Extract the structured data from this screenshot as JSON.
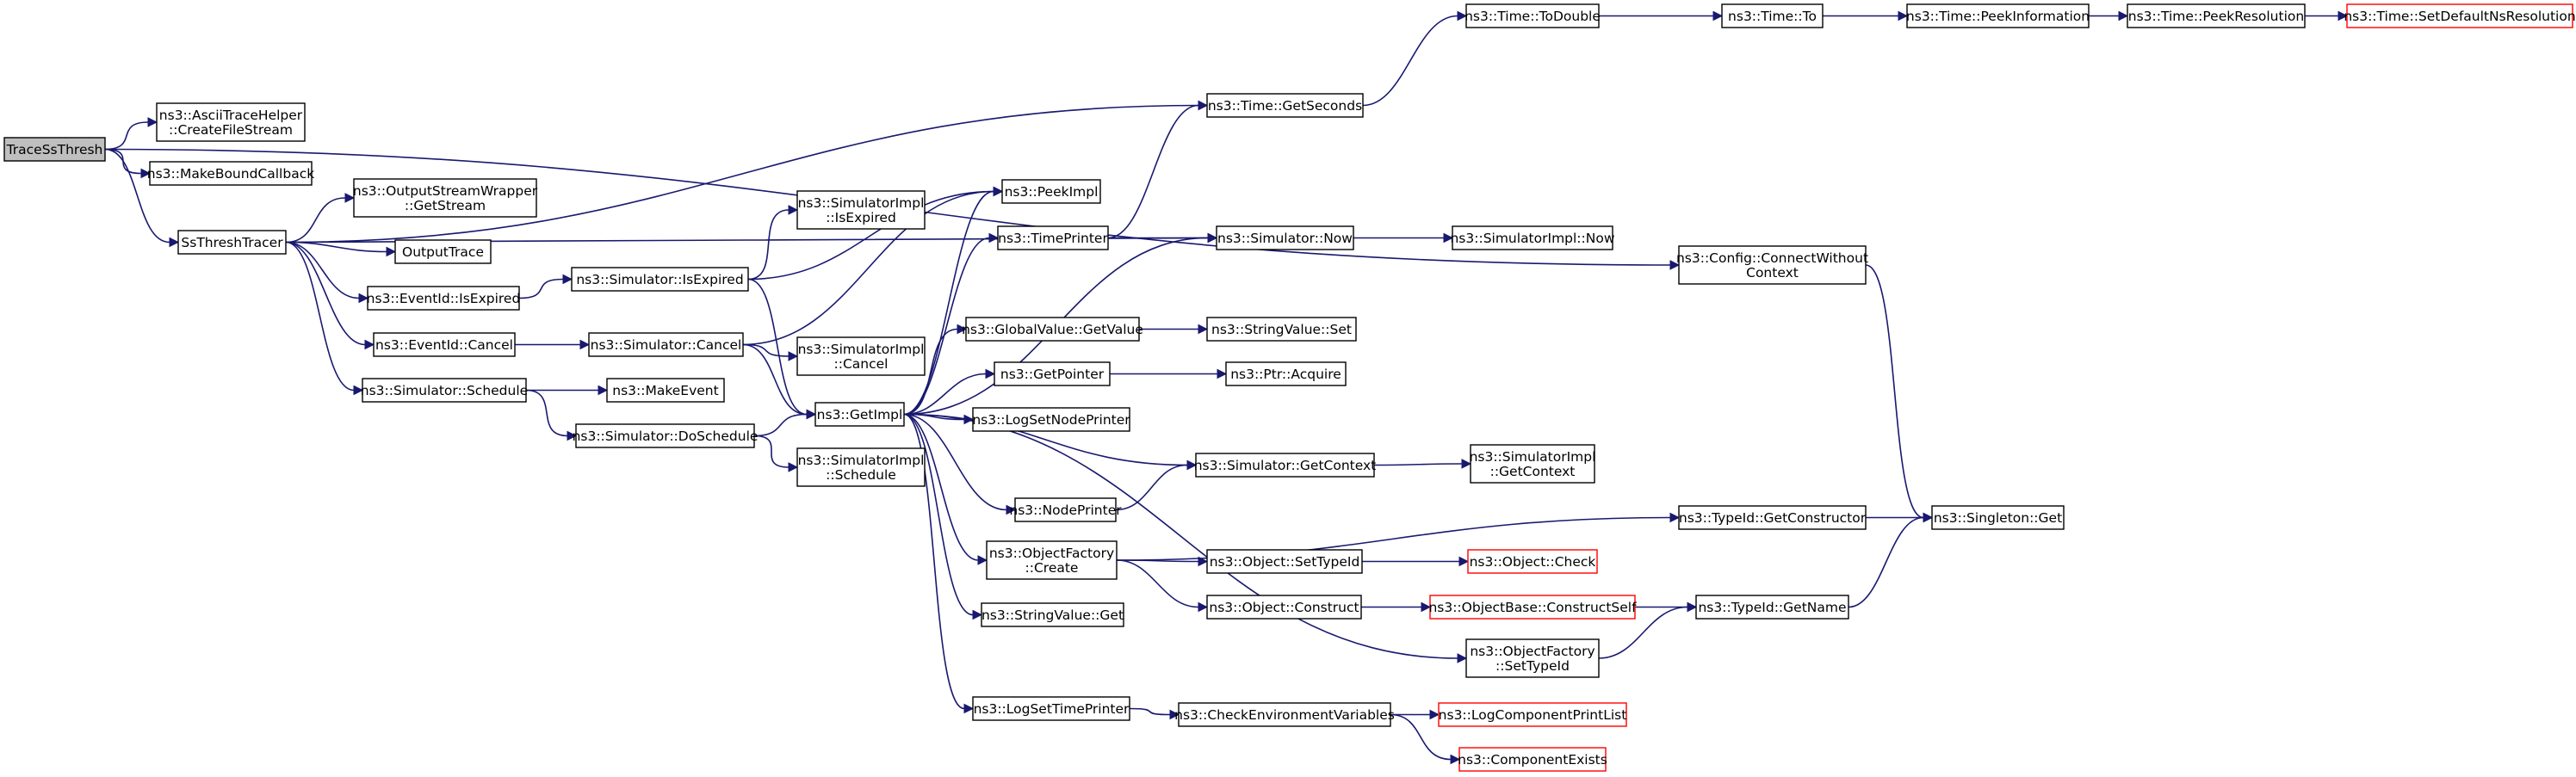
{
  "graph": {
    "colors": {
      "edge": "#191970",
      "root_fill": "#bfbfbf",
      "truncated_border": "#ff0000",
      "node_border": "#000000"
    },
    "nodes": [
      {
        "id": "tracessthresh",
        "lines": [
          "TraceSsThresh"
        ],
        "style": "root"
      },
      {
        "id": "asciitrace",
        "lines": [
          "ns3::AsciiTraceHelper",
          "::CreateFileStream"
        ]
      },
      {
        "id": "makeboundcb",
        "lines": [
          "ns3::MakeBoundCallback"
        ]
      },
      {
        "id": "ssthreshtracer",
        "lines": [
          "SsThreshTracer"
        ]
      },
      {
        "id": "osw_getstream",
        "lines": [
          "ns3::OutputStreamWrapper",
          "::GetStream"
        ]
      },
      {
        "id": "outputtrace",
        "lines": [
          "OutputTrace"
        ]
      },
      {
        "id": "eventid_isexpired",
        "lines": [
          "ns3::EventId::IsExpired"
        ]
      },
      {
        "id": "eventid_cancel",
        "lines": [
          "ns3::EventId::Cancel"
        ]
      },
      {
        "id": "sim_schedule",
        "lines": [
          "ns3::Simulator::Schedule"
        ]
      },
      {
        "id": "sim_isexpired",
        "lines": [
          "ns3::Simulator::IsExpired"
        ]
      },
      {
        "id": "sim_cancel",
        "lines": [
          "ns3::Simulator::Cancel"
        ]
      },
      {
        "id": "makeevent",
        "lines": [
          "ns3::MakeEvent"
        ]
      },
      {
        "id": "sim_doschedule",
        "lines": [
          "ns3::Simulator::DoSchedule"
        ]
      },
      {
        "id": "simimpl_isexpired",
        "lines": [
          "ns3::SimulatorImpl",
          "::IsExpired"
        ]
      },
      {
        "id": "simimpl_cancel",
        "lines": [
          "ns3::SimulatorImpl",
          "::Cancel"
        ]
      },
      {
        "id": "simimpl_schedule",
        "lines": [
          "ns3::SimulatorImpl",
          "::Schedule"
        ]
      },
      {
        "id": "getimpl",
        "lines": [
          "ns3::GetImpl"
        ]
      },
      {
        "id": "peekimpl",
        "lines": [
          "ns3::PeekImpl"
        ]
      },
      {
        "id": "timeprinter",
        "lines": [
          "ns3::TimePrinter"
        ]
      },
      {
        "id": "gv_getvalue",
        "lines": [
          "ns3::GlobalValue::GetValue"
        ]
      },
      {
        "id": "getpointer",
        "lines": [
          "ns3::GetPointer"
        ]
      },
      {
        "id": "logsetnodeprinter",
        "lines": [
          "ns3::LogSetNodePrinter"
        ]
      },
      {
        "id": "nodeprinter",
        "lines": [
          "ns3::NodePrinter"
        ]
      },
      {
        "id": "of_create",
        "lines": [
          "ns3::ObjectFactory",
          "::Create"
        ]
      },
      {
        "id": "sv_get",
        "lines": [
          "ns3::StringValue::Get"
        ]
      },
      {
        "id": "logsettimeprinter",
        "lines": [
          "ns3::LogSetTimePrinter"
        ]
      },
      {
        "id": "time_getseconds",
        "lines": [
          "ns3::Time::GetSeconds"
        ]
      },
      {
        "id": "sim_now",
        "lines": [
          "ns3::Simulator::Now"
        ]
      },
      {
        "id": "sv_set",
        "lines": [
          "ns3::StringValue::Set"
        ]
      },
      {
        "id": "ptr_acquire",
        "lines": [
          "ns3::Ptr::Acquire"
        ]
      },
      {
        "id": "sim_getcontext",
        "lines": [
          "ns3::Simulator::GetContext"
        ]
      },
      {
        "id": "obj_settypeid",
        "lines": [
          "ns3::Object::SetTypeId"
        ]
      },
      {
        "id": "obj_construct",
        "lines": [
          "ns3::Object::Construct"
        ]
      },
      {
        "id": "of_settypeid",
        "lines": [
          "ns3::ObjectFactory",
          "::SetTypeId"
        ]
      },
      {
        "id": "checkenv",
        "lines": [
          "ns3::CheckEnvironmentVariables"
        ]
      },
      {
        "id": "time_todouble",
        "lines": [
          "ns3::Time::ToDouble"
        ]
      },
      {
        "id": "simimpl_now",
        "lines": [
          "ns3::SimulatorImpl::Now"
        ]
      },
      {
        "id": "simimpl_getcontext",
        "lines": [
          "ns3::SimulatorImpl",
          "::GetContext"
        ]
      },
      {
        "id": "obj_check",
        "lines": [
          "ns3::Object::Check"
        ],
        "style": "truncated"
      },
      {
        "id": "ob_constructself",
        "lines": [
          "ns3::ObjectBase::ConstructSelf"
        ],
        "style": "truncated"
      },
      {
        "id": "logcompprintlist",
        "lines": [
          "ns3::LogComponentPrintList"
        ],
        "style": "truncated"
      },
      {
        "id": "compexists",
        "lines": [
          "ns3::ComponentExists"
        ],
        "style": "truncated"
      },
      {
        "id": "config_connect",
        "lines": [
          "ns3::Config::ConnectWithout",
          "Context"
        ]
      },
      {
        "id": "typeid_getconstructor",
        "lines": [
          "ns3::TypeId::GetConstructor"
        ]
      },
      {
        "id": "typeid_getname",
        "lines": [
          "ns3::TypeId::GetName"
        ]
      },
      {
        "id": "time_to",
        "lines": [
          "ns3::Time::To"
        ]
      },
      {
        "id": "singleton_get",
        "lines": [
          "ns3::Singleton::Get"
        ]
      },
      {
        "id": "time_peekinfo",
        "lines": [
          "ns3::Time::PeekInformation"
        ]
      },
      {
        "id": "time_peekres",
        "lines": [
          "ns3::Time::PeekResolution"
        ]
      },
      {
        "id": "time_setdefault",
        "lines": [
          "ns3::Time::SetDefaultNsResolution"
        ],
        "style": "truncated"
      }
    ],
    "edges": [
      [
        "tracessthresh",
        "asciitrace"
      ],
      [
        "tracessthresh",
        "makeboundcb"
      ],
      [
        "tracessthresh",
        "ssthreshtracer"
      ],
      [
        "tracessthresh",
        "config_connect"
      ],
      [
        "ssthreshtracer",
        "osw_getstream"
      ],
      [
        "ssthreshtracer",
        "outputtrace"
      ],
      [
        "ssthreshtracer",
        "eventid_isexpired"
      ],
      [
        "ssthreshtracer",
        "eventid_cancel"
      ],
      [
        "ssthreshtracer",
        "sim_schedule"
      ],
      [
        "ssthreshtracer",
        "time_getseconds"
      ],
      [
        "ssthreshtracer",
        "sim_now"
      ],
      [
        "eventid_isexpired",
        "sim_isexpired"
      ],
      [
        "eventid_cancel",
        "sim_cancel"
      ],
      [
        "sim_schedule",
        "makeevent"
      ],
      [
        "sim_schedule",
        "sim_doschedule"
      ],
      [
        "sim_isexpired",
        "simimpl_isexpired"
      ],
      [
        "sim_isexpired",
        "getimpl"
      ],
      [
        "sim_isexpired",
        "peekimpl"
      ],
      [
        "sim_cancel",
        "simimpl_cancel"
      ],
      [
        "sim_cancel",
        "getimpl"
      ],
      [
        "sim_cancel",
        "peekimpl"
      ],
      [
        "sim_doschedule",
        "getimpl"
      ],
      [
        "sim_doschedule",
        "simimpl_schedule"
      ],
      [
        "getimpl",
        "peekimpl"
      ],
      [
        "getimpl",
        "timeprinter"
      ],
      [
        "getimpl",
        "gv_getvalue"
      ],
      [
        "getimpl",
        "getpointer"
      ],
      [
        "getimpl",
        "logsetnodeprinter"
      ],
      [
        "getimpl",
        "nodeprinter"
      ],
      [
        "getimpl",
        "of_create"
      ],
      [
        "getimpl",
        "sv_get"
      ],
      [
        "getimpl",
        "logsettimeprinter"
      ],
      [
        "getimpl",
        "sim_now"
      ],
      [
        "getimpl",
        "sim_getcontext"
      ],
      [
        "getimpl",
        "of_settypeid"
      ],
      [
        "timeprinter",
        "time_getseconds"
      ],
      [
        "timeprinter",
        "sim_now"
      ],
      [
        "time_getseconds",
        "time_todouble"
      ],
      [
        "sim_now",
        "simimpl_now"
      ],
      [
        "gv_getvalue",
        "sv_set"
      ],
      [
        "getpointer",
        "ptr_acquire"
      ],
      [
        "nodeprinter",
        "sim_getcontext"
      ],
      [
        "sim_getcontext",
        "simimpl_getcontext"
      ],
      [
        "of_create",
        "obj_settypeid"
      ],
      [
        "of_create",
        "obj_construct"
      ],
      [
        "of_create",
        "typeid_getconstructor"
      ],
      [
        "obj_settypeid",
        "obj_check"
      ],
      [
        "obj_construct",
        "ob_constructself"
      ],
      [
        "ob_constructself",
        "typeid_getname"
      ],
      [
        "of_settypeid",
        "typeid_getname"
      ],
      [
        "typeid_getname",
        "singleton_get"
      ],
      [
        "typeid_getconstructor",
        "singleton_get"
      ],
      [
        "config_connect",
        "singleton_get"
      ],
      [
        "logsettimeprinter",
        "checkenv"
      ],
      [
        "checkenv",
        "logcompprintlist"
      ],
      [
        "checkenv",
        "compexists"
      ],
      [
        "time_todouble",
        "time_to"
      ],
      [
        "time_to",
        "time_peekinfo"
      ],
      [
        "time_peekinfo",
        "time_peekres"
      ],
      [
        "time_peekres",
        "time_setdefault"
      ]
    ]
  }
}
